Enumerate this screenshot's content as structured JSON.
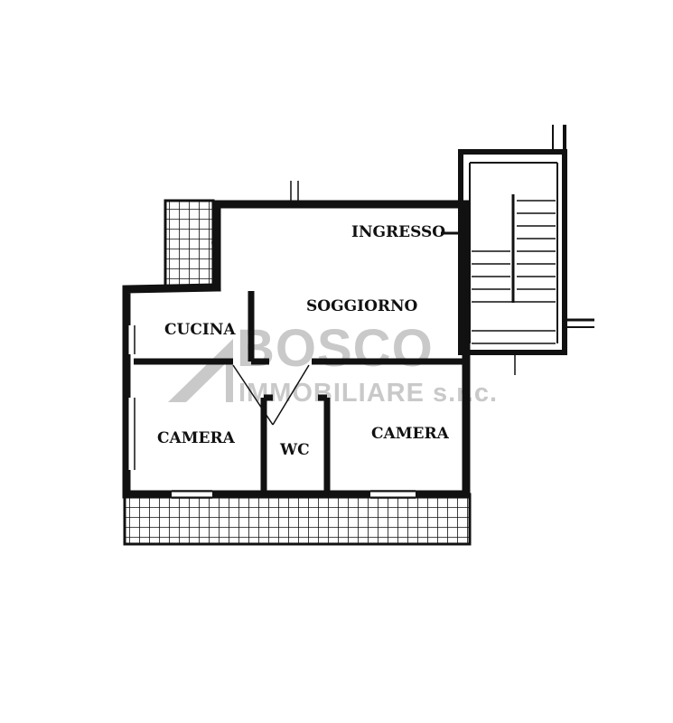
{
  "rooms": {
    "ingresso": "INGRESSO",
    "soggiorno": "SOGGIORNO",
    "cucina": "CUCINA",
    "camera_left": "CAMERA",
    "wc": "WC",
    "camera_right": "CAMERA"
  },
  "watermark": {
    "brand": "BOSCO",
    "subtitle": "IMMOBILIARE s.r.c."
  },
  "colors": {
    "wall": "#111111",
    "watermark": "#c9c9c9",
    "background": "#ffffff"
  }
}
